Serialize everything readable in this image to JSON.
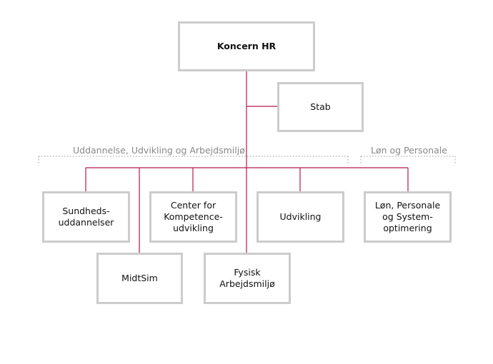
{
  "colors": {
    "connector": "#b5174f",
    "box_border": "#cccccc",
    "group_line": "#999999",
    "group_label": "#888888"
  },
  "root": {
    "label": "Koncern HR"
  },
  "staff": {
    "label": "Stab"
  },
  "groups": [
    {
      "label": "Uddannelse, Udvikling og Arbejdsmiljø"
    },
    {
      "label": "Løn og Personale"
    }
  ],
  "units": [
    {
      "label": "Sundheds-\nuddannelser"
    },
    {
      "label": "Center for\nKompetence-\nudvikling"
    },
    {
      "label": "Udvikling"
    },
    {
      "label": "Løn, Personale\nog System-\noptimering"
    },
    {
      "label": "MidtSim"
    },
    {
      "label": "Fysisk\nArbejdsmiljø"
    }
  ]
}
